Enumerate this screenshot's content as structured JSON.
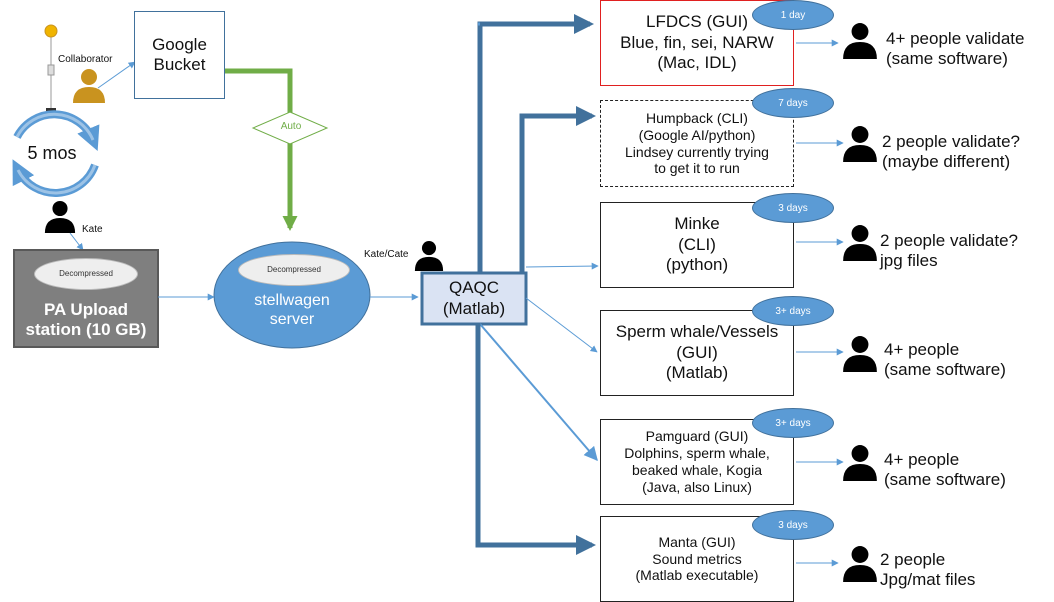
{
  "colors": {
    "arrow_blue": "#5b9bd5",
    "arrow_dark": "#41719c",
    "green": "#70ad47",
    "upload_fill": "#7f7f7f",
    "server_fill": "#5b9bd5",
    "qaqc_fill": "#dae3f3",
    "pill_fill": "#5b9bd5",
    "collaborator_color": "#c9931f",
    "lfdcs_border": "#e02020"
  },
  "collaborator": {
    "label": "Collaborator",
    "icon": "person-icon"
  },
  "google_bucket": {
    "line1": "Google",
    "line2": "Bucket"
  },
  "auto_label": "Auto",
  "cycle_label": "5 mos",
  "kate_label": "Kate",
  "upload_station": {
    "badge": "Decompressed",
    "line1": "PA Upload",
    "line2": "station (10 GB)"
  },
  "server": {
    "badge": "Decompressed",
    "line1": "stellwagen",
    "line2": "server"
  },
  "kate_cate_label": "Kate/Cate",
  "qaqc": {
    "line1": "QAQC",
    "line2": "(Matlab)"
  },
  "detectors": [
    {
      "lines": [
        "LFDCS (GUI)",
        "Blue, fin, sei, NARW",
        "(Mac, IDL)"
      ],
      "time": "1 day",
      "validation": [
        "4+ people validate",
        "(same software)"
      ]
    },
    {
      "lines": [
        "Humpback (CLI)",
        "(Google AI/python)",
        "Lindsey currently trying",
        "to get it to run"
      ],
      "time": "7 days",
      "validation": [
        "2 people validate?",
        "(maybe different)"
      ]
    },
    {
      "lines": [
        "Minke",
        "(CLI)",
        "(python)"
      ],
      "time": "3 days",
      "validation": [
        "2 people validate?",
        "jpg files"
      ]
    },
    {
      "lines": [
        "Sperm whale/Vessels",
        "(GUI)",
        "(Matlab)"
      ],
      "time": "3+ days",
      "validation": [
        "4+ people",
        "(same software)"
      ]
    },
    {
      "lines": [
        "Pamguard (GUI)",
        "Dolphins, sperm whale,",
        "beaked whale, Kogia",
        "(Java, also Linux)"
      ],
      "time": "3+ days",
      "validation": [
        "4+ people",
        "(same software)"
      ]
    },
    {
      "lines": [
        "Manta (GUI)",
        "Sound metrics",
        "(Matlab executable)"
      ],
      "time": "3 days",
      "validation": [
        "2 people",
        "Jpg/mat files"
      ]
    }
  ]
}
